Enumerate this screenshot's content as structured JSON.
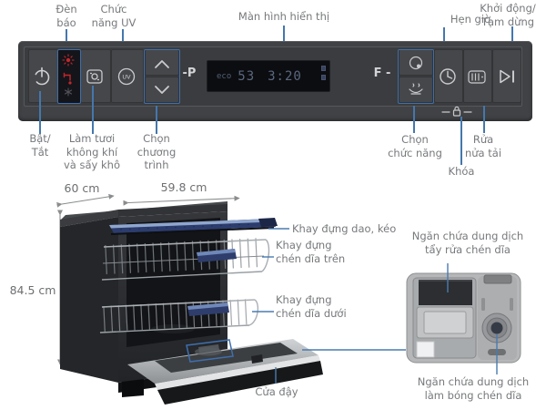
{
  "title": "Dishwasher control panel and parts diagram",
  "colors": {
    "accent_blue": "#4577ad",
    "highlight_box_blue": "#3f6fae",
    "indicator_red": "#c1272d",
    "label_gray": "#77797c",
    "panel_gray": "#404245",
    "display_bg": "#0c0d10",
    "display_text": "#5a6880"
  },
  "panel": {
    "display": {
      "program": "eco",
      "number": "53",
      "time": "3:20"
    },
    "p_marker": "-P",
    "f_marker": "F -",
    "uv_text": "UV",
    "labels_top": {
      "indicator_l1": "Đèn",
      "indicator_l2": "báo",
      "uv_l1": "Chức",
      "uv_l2": "năng UV",
      "display": "Màn hình hiển thị",
      "timer": "Hẹn giờ",
      "start_l1": "Khởi động/",
      "start_l2": "Tạm dừng"
    },
    "labels_bottom": {
      "power_l1": "Bật/",
      "power_l2": "Tắt",
      "air_l1": "Làm tươi",
      "air_l2": "không khí",
      "air_l3": "và sấy khô",
      "program_l1": "Chọn",
      "program_l2": "chương",
      "program_l3": "trình",
      "function_l1": "Chọn",
      "function_l2": "chức năng",
      "lock": "Khóa",
      "halfload_l1": "Rửa",
      "halfload_l2": "nửa tải"
    }
  },
  "diagram": {
    "dimensions": {
      "depth": "60 cm",
      "width": "59.8 cm",
      "height": "84.5 cm"
    },
    "labels": {
      "cutlery": "Khay đựng dao, kéo",
      "upper_l1": "Khay đựng",
      "upper_l2": "chén dĩa trên",
      "lower_l1": "Khay đựng",
      "lower_l2": "chén dĩa dưới",
      "door": "Cửa đậy",
      "detergent_l1": "Ngăn chứa dung dịch",
      "detergent_l2": "tẩy rửa chén dĩa",
      "rinse_l1": "Ngăn chứa dung dịch",
      "rinse_l2": "làm bóng chén dĩa"
    }
  },
  "icons": {
    "power": "power-symbol",
    "heat_indicator": "red-sun",
    "salt_indicator": "red-faucet-drop",
    "dry_indicator": "dim-star",
    "air_dry": "rounded-square-fan",
    "uv": "circle-UV",
    "program_up": "chevron-up",
    "program_down": "chevron-down",
    "function_extra": "circle-drop",
    "function_steam": "dish-steam",
    "timer": "clock",
    "half_load": "rack-half",
    "start_pause": "play-pause",
    "child_lock": "padlock-dashes"
  }
}
